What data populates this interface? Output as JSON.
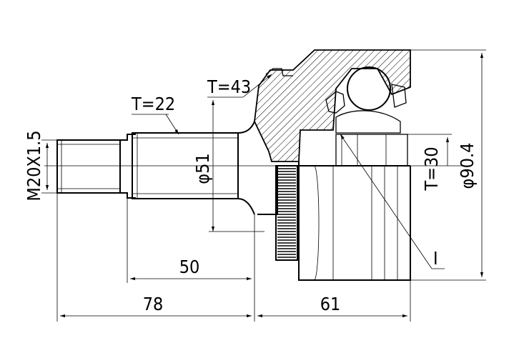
{
  "labels": {
    "thread_spec": "M20X1.5",
    "spline_teeth_shaft": "T=22",
    "abs_ring_teeth": "T=43",
    "diameter_shaft": "φ51",
    "inner_spline_teeth": "T=30",
    "diameter_outer": "φ90.4",
    "length_50": "50",
    "length_78": "78",
    "length_61": "61",
    "section_marker": "I"
  }
}
